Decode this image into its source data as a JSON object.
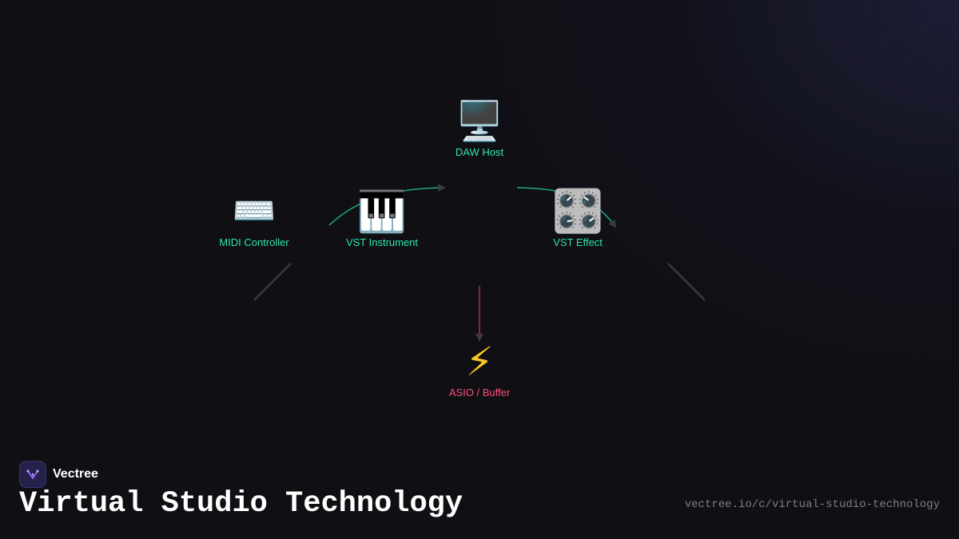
{
  "diagram": {
    "nodes": [
      {
        "id": "daw",
        "label": "DAW Host",
        "icon": "desktop-computer-icon"
      },
      {
        "id": "midi",
        "label": "MIDI Controller",
        "icon": "keyboard-icon"
      },
      {
        "id": "vst_instrument",
        "label": "VST Instrument",
        "icon": "piano-keys-icon"
      },
      {
        "id": "vst_effect",
        "label": "VST Effect",
        "icon": "control-knobs-icon"
      },
      {
        "id": "asio",
        "label": "ASIO / Buffer",
        "icon": "lightning-bolt-icon"
      }
    ],
    "edges": [
      {
        "from": "vst_instrument",
        "to": "daw",
        "color": "#1fa884"
      },
      {
        "from": "daw",
        "to": "vst_effect",
        "color": "#1fa884"
      },
      {
        "from": "daw",
        "to": "asio",
        "color": "#b8294e"
      }
    ]
  },
  "colors": {
    "label_primary": "#2ee6b0",
    "label_alert": "#ff4d7a",
    "background": "#0f0f14"
  },
  "footer": {
    "brand": "Vectree",
    "title": "Virtual Studio Technology",
    "url": "vectree.io/c/virtual-studio-technology"
  }
}
